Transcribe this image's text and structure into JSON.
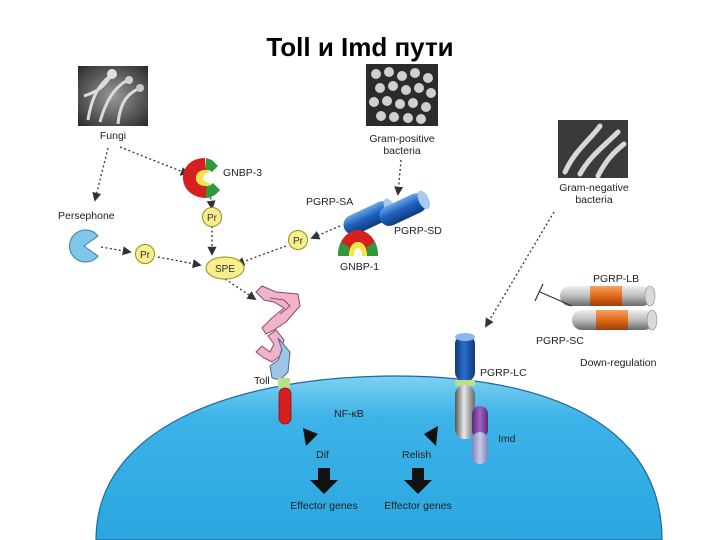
{
  "title": "Toll и Imd пути",
  "labels": {
    "fungi": "Fungi",
    "gnbp3": "GNBP-3",
    "persephone": "Persephone",
    "pr": "Pr",
    "spe": "SPE",
    "gram_pos_1": "Gram-positive",
    "gram_pos_2": "bacteria",
    "pgrp_sa": "PGRP-SA",
    "pgrp_sd": "PGRP-SD",
    "gnbp1": "GNBP-1",
    "gram_neg_1": "Gram-negative",
    "gram_neg_2": "bacteria",
    "pgrp_lb": "PGRP-LB",
    "pgrp_sc": "PGRP-SC",
    "down_regulation": "Down-regulation",
    "pgrp_lc": "PGRP-LC",
    "toll": "Toll",
    "imd": "Imd",
    "nfkb": "NF-κB",
    "dif": "Dif",
    "relish": "Relish",
    "effector_genes": "Effector genes"
  },
  "colors": {
    "cell": "#3bb0e6",
    "receptor_blue": "#1a5fb4",
    "receptor_orange": "#e06a1a",
    "red": "#d62020",
    "green": "#2e9a3c",
    "yellow": "#f2e64a",
    "protease_fill": "#f7ef8e",
    "toll_pink": "#f0b3cc",
    "toll_blue": "#9cc4e4",
    "imd_purple": "#7a3c9a",
    "persephone": "#7fc6ea"
  }
}
